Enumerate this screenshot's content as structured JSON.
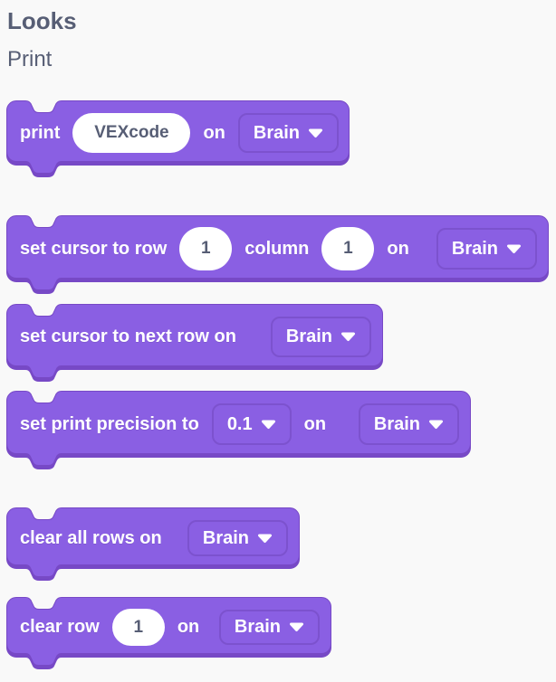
{
  "header": {
    "category": "Looks",
    "section": "Print"
  },
  "colors": {
    "background": "#f9f9f9",
    "header_text": "#575E75",
    "block_fill": "#8A5FE3",
    "block_border": "#7749C6",
    "dropdown_border": "#7C52CE",
    "block_text": "#ffffff",
    "input_bg": "#ffffff",
    "input_text": "#575E75"
  },
  "blocks": [
    {
      "id": "print",
      "parts": [
        {
          "type": "text",
          "value": "print"
        },
        {
          "type": "input",
          "shape": "oval",
          "value": "VEXcode"
        },
        {
          "type": "text",
          "value": "on"
        },
        {
          "type": "dropdown",
          "value": "Brain"
        }
      ]
    },
    {
      "id": "set-cursor-to-row-column",
      "parts": [
        {
          "type": "text",
          "value": "set cursor to row"
        },
        {
          "type": "input",
          "shape": "circle",
          "value": "1"
        },
        {
          "type": "text",
          "value": "column"
        },
        {
          "type": "input",
          "shape": "circle",
          "value": "1"
        },
        {
          "type": "text",
          "value": "on"
        },
        {
          "type": "dropdown",
          "value": "Brain"
        }
      ]
    },
    {
      "id": "set-cursor-to-next-row",
      "parts": [
        {
          "type": "text",
          "value": "set cursor to next row on"
        },
        {
          "type": "dropdown",
          "value": "Brain"
        }
      ]
    },
    {
      "id": "set-print-precision",
      "parts": [
        {
          "type": "text",
          "value": "set print precision to"
        },
        {
          "type": "dropdown",
          "value": "0.1"
        },
        {
          "type": "text",
          "value": "on"
        },
        {
          "type": "dropdown",
          "value": "Brain"
        }
      ]
    },
    {
      "id": "clear-all-rows",
      "parts": [
        {
          "type": "text",
          "value": "clear all rows on"
        },
        {
          "type": "dropdown",
          "value": "Brain"
        }
      ]
    },
    {
      "id": "clear-row",
      "parts": [
        {
          "type": "text",
          "value": "clear row"
        },
        {
          "type": "input",
          "shape": "circle",
          "value": "1"
        },
        {
          "type": "text",
          "value": "on"
        },
        {
          "type": "dropdown",
          "value": "Brain"
        }
      ]
    }
  ]
}
